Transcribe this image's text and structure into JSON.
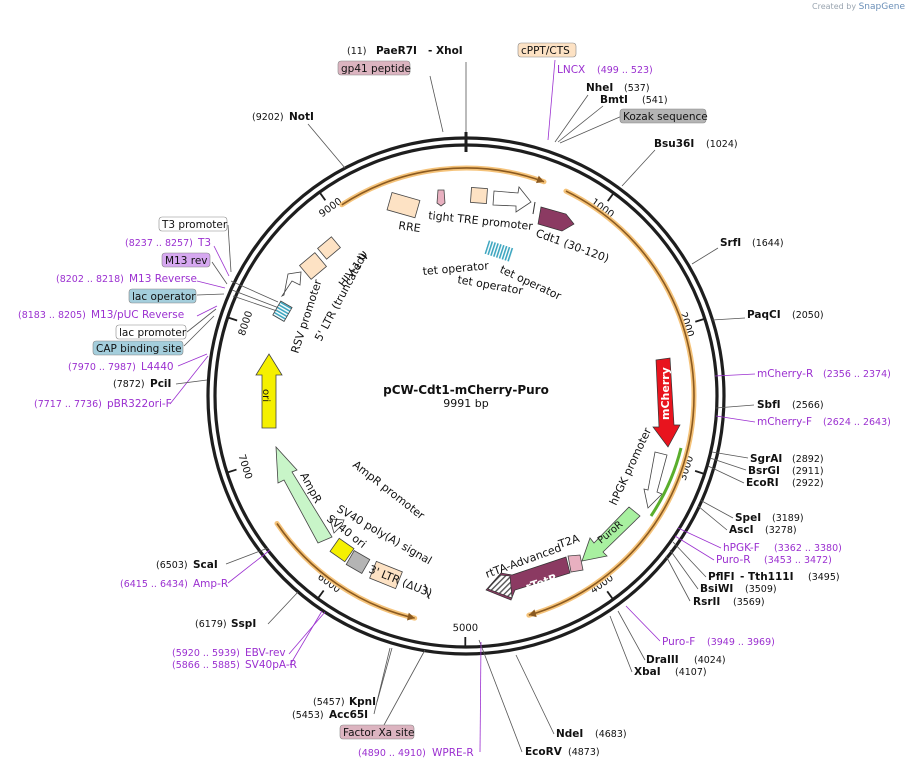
{
  "title": "pCW-Cdt1-mCherry-Puro",
  "length_label": "9991 bp",
  "total_bp": 9991,
  "credit": {
    "prefix": "Created by",
    "brand": "SnapGene"
  },
  "colors": {
    "backbone": "#1e1e1e",
    "feature_arrow_dark": "#8b3a62",
    "feature_red": "#e8141e",
    "feature_yellow": "#f5f000",
    "feature_ltgreen": "#c8f5c8",
    "feature_green": "#a8f0a0",
    "feature_peach": "#fde2c4",
    "feature_pink": "#e8b0c0",
    "orf_orange": "#f5b04a",
    "primer_purple": "#9b30d0",
    "site_pink_bg": "#dcb4c0",
    "site_gray_bg": "#b4b4b4",
    "site_blue_bg": "#a4cedc",
    "site_lav_bg": "#d6a8f0",
    "site_orange_bg": "#fde2c4"
  },
  "ticks": [
    "1000",
    "2000",
    "3000",
    "4000",
    "5000",
    "6000",
    "7000",
    "8000",
    "9000"
  ],
  "features": [
    {
      "name": "Cdt1 (30-120)",
      "color": "#8b3a62"
    },
    {
      "name": "mCherry",
      "color": "#e8141e"
    },
    {
      "name": "hPGK promoter",
      "color": "#ffffff"
    },
    {
      "name": "PuroR",
      "color": "#a8f0a0"
    },
    {
      "name": "T2A",
      "color": "#e8b0c0"
    },
    {
      "name": "rTetR",
      "color": "#8b3a62"
    },
    {
      "name": "rtTA-Advanced",
      "color": "#8b3a62"
    },
    {
      "name": "3' LTR (ΔU3)",
      "color": "#fde2c4"
    },
    {
      "name": "SV40 poly(A) signal",
      "color": "#b4b4b4"
    },
    {
      "name": "SV40 ori",
      "color": "#f5f000"
    },
    {
      "name": "AmpR promoter",
      "color": "#ffffff"
    },
    {
      "name": "AmpR",
      "color": "#c8f5c8"
    },
    {
      "name": "ori",
      "color": "#f5f000"
    },
    {
      "name": "RSV promoter",
      "color": "#ffffff"
    },
    {
      "name": "5' LTR (truncated)",
      "color": "#fde2c4"
    },
    {
      "name": "HIV-1 Ψ",
      "color": "#fde2c4"
    },
    {
      "name": "RRE",
      "color": "#fde2c4"
    },
    {
      "name": "tight TRE promoter",
      "color": "#ffffff"
    },
    {
      "name": "tet operator",
      "color": "#4ab0c8"
    }
  ],
  "labels": [
    {
      "kind": "site",
      "num": "(11)",
      "name": "PaeR7I"
    },
    {
      "kind": "site",
      "num": "",
      "name": "- XhoI"
    },
    {
      "kind": "boxed",
      "name": "cPPT/CTS",
      "bg": "#fde2c4"
    },
    {
      "kind": "boxed",
      "name": "gp41 peptide",
      "bg": "#dcb4c0"
    },
    {
      "kind": "primer",
      "name": "LNCX",
      "num": "(499 .. 523)"
    },
    {
      "kind": "site",
      "name": "NheI",
      "num": "(537)"
    },
    {
      "kind": "site",
      "name": "BmtI",
      "num": "(541)"
    },
    {
      "kind": "boxed",
      "name": "Kozak sequence",
      "bg": "#b4b4b4"
    },
    {
      "kind": "site",
      "name": "NotI",
      "num": "(9202)"
    },
    {
      "kind": "site",
      "name": "Bsu36I",
      "num": "(1024)"
    },
    {
      "kind": "site",
      "name": "SrfI",
      "num": "(1644)"
    },
    {
      "kind": "site",
      "name": "PaqCI",
      "num": "(2050)"
    },
    {
      "kind": "primer",
      "name": "mCherry-R",
      "num": "(2356 .. 2374)"
    },
    {
      "kind": "site",
      "name": "SbfI",
      "num": "(2566)"
    },
    {
      "kind": "primer",
      "name": "mCherry-F",
      "num": "(2624 .. 2643)"
    },
    {
      "kind": "site",
      "name": "SgrAI",
      "num": "(2892)"
    },
    {
      "kind": "site",
      "name": "BsrGI",
      "num": "(2911)"
    },
    {
      "kind": "site",
      "name": "EcoRI",
      "num": "(2922)"
    },
    {
      "kind": "site",
      "name": "SpeI",
      "num": "(3189)"
    },
    {
      "kind": "site",
      "name": "AscI",
      "num": "(3278)"
    },
    {
      "kind": "primer",
      "name": "hPGK-F",
      "num": "(3362 .. 3380)"
    },
    {
      "kind": "primer",
      "name": "Puro-R",
      "num": "(3453 .. 3472)"
    },
    {
      "kind": "site",
      "name": "PflFI",
      "num": ""
    },
    {
      "kind": "site",
      "name": "- Tth111I",
      "num": "(3495)"
    },
    {
      "kind": "site",
      "name": "BsiWI",
      "num": "(3509)"
    },
    {
      "kind": "site",
      "name": "RsrII",
      "num": "(3569)"
    },
    {
      "kind": "primer",
      "name": "Puro-F",
      "num": "(3949 .. 3969)"
    },
    {
      "kind": "site",
      "name": "DraIII",
      "num": "(4024)"
    },
    {
      "kind": "site",
      "name": "XbaI",
      "num": "(4107)"
    },
    {
      "kind": "site",
      "name": "NdeI",
      "num": "(4683)"
    },
    {
      "kind": "site",
      "name": "EcoRV",
      "num": "(4873)"
    },
    {
      "kind": "primer",
      "name": "WPRE-R",
      "num": "(4890 .. 4910)"
    },
    {
      "kind": "boxed",
      "name": "Factor Xa site",
      "bg": "#dcb4c0"
    },
    {
      "kind": "site",
      "name": "KpnI",
      "num": "(5457)"
    },
    {
      "kind": "site",
      "name": "Acc65I",
      "num": "(5453)"
    },
    {
      "kind": "primer",
      "name": "EBV-rev",
      "num": "(5920 .. 5939)"
    },
    {
      "kind": "primer",
      "name": "SV40pA-R",
      "num": "(5866 .. 5885)"
    },
    {
      "kind": "site",
      "name": "SspI",
      "num": "(6179)"
    },
    {
      "kind": "site",
      "name": "ScaI",
      "num": "(6503)"
    },
    {
      "kind": "primer",
      "name": "Amp-R",
      "num": "(6415 .. 6434)"
    },
    {
      "kind": "primer",
      "name": "pBR322ori-F",
      "num": "(7717 .. 7736)"
    },
    {
      "kind": "site",
      "name": "PciI",
      "num": "(7872)"
    },
    {
      "kind": "primer",
      "name": "L4440",
      "num": "(7970 .. 7987)"
    },
    {
      "kind": "boxed",
      "name": "CAP binding site",
      "bg": "#a4cedc"
    },
    {
      "kind": "boxed",
      "name": "lac promoter",
      "bg": "#ffffff"
    },
    {
      "kind": "primer",
      "name": "M13/pUC Reverse",
      "num": "(8183 .. 8205)"
    },
    {
      "kind": "boxed",
      "name": "lac operator",
      "bg": "#a4cedc"
    },
    {
      "kind": "primer",
      "name": "M13 Reverse",
      "num": "(8202 .. 8218)"
    },
    {
      "kind": "boxed",
      "name": "M13 rev",
      "bg": "#d6a8f0"
    },
    {
      "kind": "primer",
      "name": "T3",
      "num": "(8237 .. 8257)"
    },
    {
      "kind": "boxed",
      "name": "T3 promoter",
      "bg": "#ffffff"
    }
  ]
}
